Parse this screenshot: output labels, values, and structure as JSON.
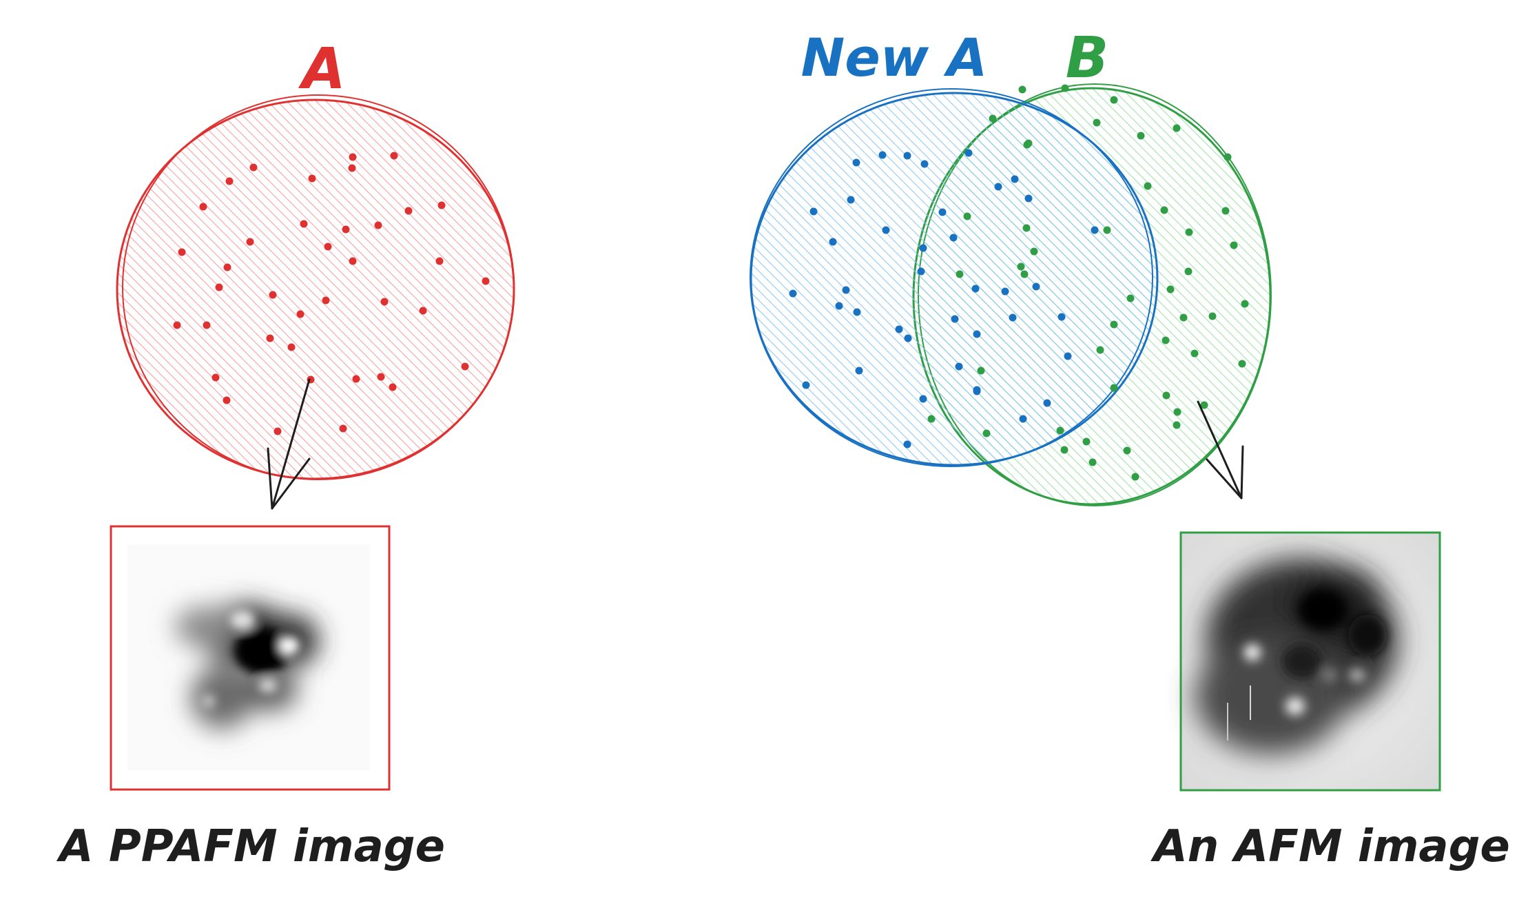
{
  "labels": {
    "set_a": "A",
    "new_a": "New A",
    "set_b": "B",
    "ppafm_caption": "A PPAFM image",
    "afm_caption": "An AFM image"
  },
  "colors": {
    "red": "#e03131",
    "red_fill": "#ffc9c9",
    "blue": "#1971c2",
    "blue_fill": "#a5d8ff",
    "green": "#2f9e44",
    "green_fill": "#b2f2bb",
    "ink": "#1e1e1e"
  },
  "icons": {
    "hatch": "diagonal-hatch-fill",
    "arrow": "sketch-arrow"
  }
}
